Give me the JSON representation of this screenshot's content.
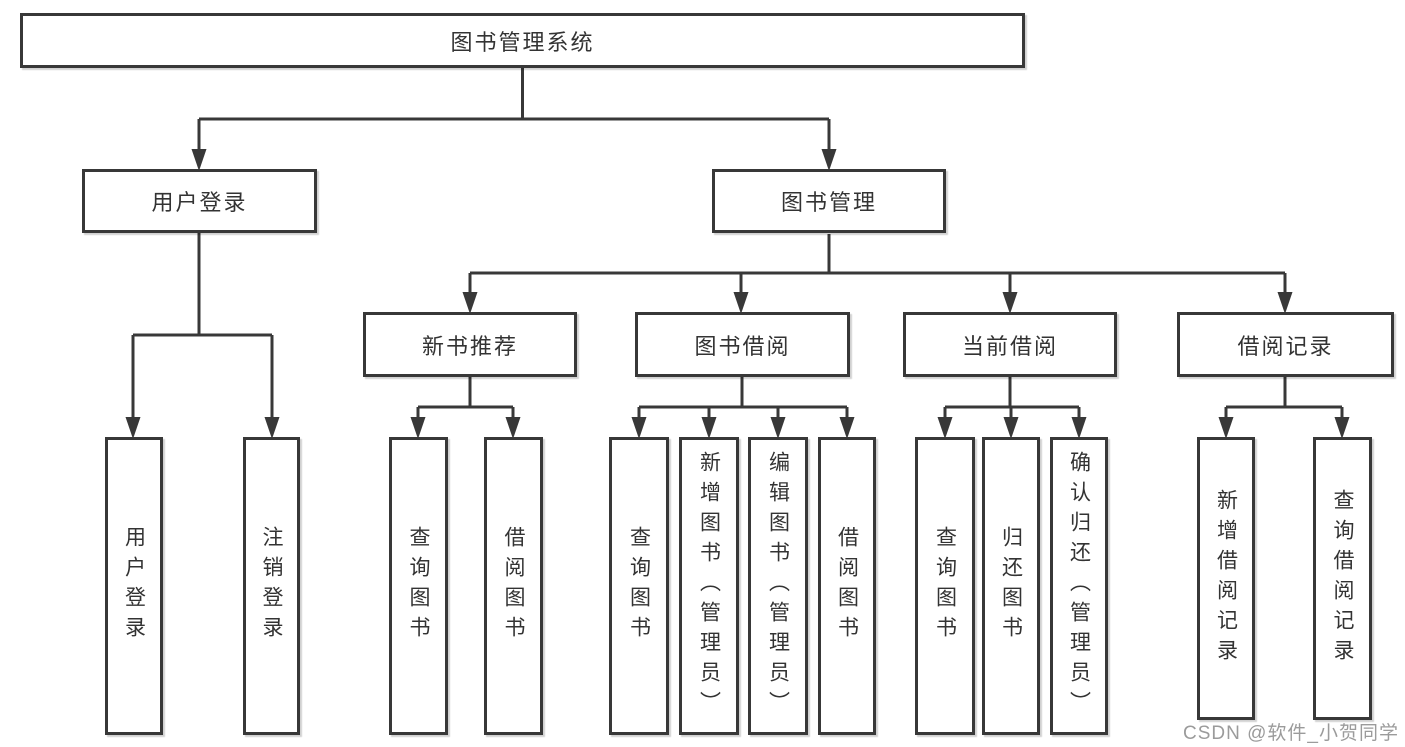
{
  "diagram": {
    "root": {
      "label": "图书管理系统"
    },
    "branches": [
      {
        "label": "用户登录",
        "children": [
          {
            "label": "用户登录"
          },
          {
            "label": "注销登录"
          }
        ]
      },
      {
        "label": "图书管理",
        "children": [
          {
            "label": "新书推荐",
            "children": [
              {
                "label": "查询图书"
              },
              {
                "label": "借阅图书"
              }
            ]
          },
          {
            "label": "图书借阅",
            "children": [
              {
                "label": "查询图书"
              },
              {
                "label": "新增图书（管理员）"
              },
              {
                "label": "编辑图书（管理员）"
              },
              {
                "label": "借阅图书"
              }
            ]
          },
          {
            "label": "当前借阅",
            "children": [
              {
                "label": "查询图书"
              },
              {
                "label": "归还图书"
              },
              {
                "label": "确认归还（管理员）"
              }
            ]
          },
          {
            "label": "借阅记录",
            "children": [
              {
                "label": "新增借阅记录"
              },
              {
                "label": "查询借阅记录"
              }
            ]
          }
        ]
      }
    ]
  },
  "watermark": {
    "text": "CSDN @软件_小贺同学"
  },
  "colors": {
    "line": "#383838",
    "text": "#333333",
    "background": "#ffffff",
    "watermark": "#9b9b9b"
  }
}
